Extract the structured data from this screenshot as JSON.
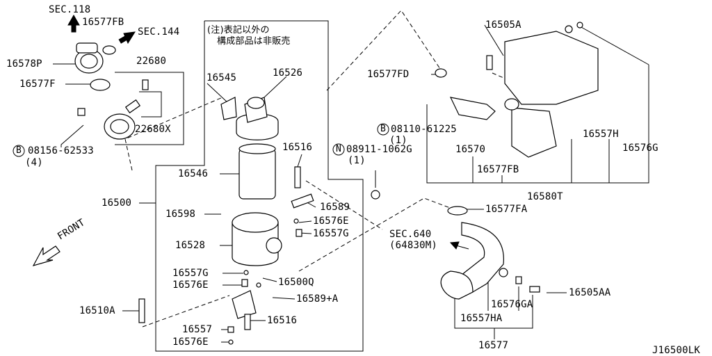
{
  "labels": {
    "sec118": "SEC.118",
    "p16577FB_top": "16577FB",
    "sec144": "SEC.144",
    "p16578P": "16578P",
    "p22680": "22680",
    "p16577F": "16577F",
    "p22680X": "22680X",
    "bolt1": "08156-62533",
    "bolt1_qty": "(4)",
    "note_line1": "(注)表記以外の",
    "note_line2": "構成部品は非販売",
    "p16545": "16545",
    "p16526": "16526",
    "p16546": "16546",
    "p16516_top": "16516",
    "p16500": "16500",
    "p16598": "16598",
    "p16589": "16589",
    "p16576E_mid": "16576E",
    "p16557G_mid": "16557G",
    "p16528": "16528",
    "p16557G_low": "16557G",
    "p16576E_low": "16576E",
    "p16500Q": "16500Q",
    "p16510A": "16510A",
    "p16589A": "16589+A",
    "p16557": "16557",
    "p16516_low": "16516",
    "p16576E_bot": "16576E",
    "front": "FRONT",
    "p16505A": "16505A",
    "p16577FD": "16577FD",
    "bolt2": "08110-61225",
    "bolt2_qty": "(1)",
    "nut1": "08911-1062G",
    "nut1_qty": "(1)",
    "p16570": "16570",
    "p16557H": "16557H",
    "p16576G": "16576G",
    "p16577FB_mid": "16577FB",
    "p16580T": "16580T",
    "p16577FA": "16577FA",
    "sec640": "SEC.640",
    "sec640_sub": "(64830M)",
    "p16576GA": "16576GA",
    "p16505AA": "16505AA",
    "p16557HA": "16557HA",
    "p16577": "16577",
    "diagram_id": "J16500LK",
    "circle_b": "B",
    "circle_n": "N"
  }
}
